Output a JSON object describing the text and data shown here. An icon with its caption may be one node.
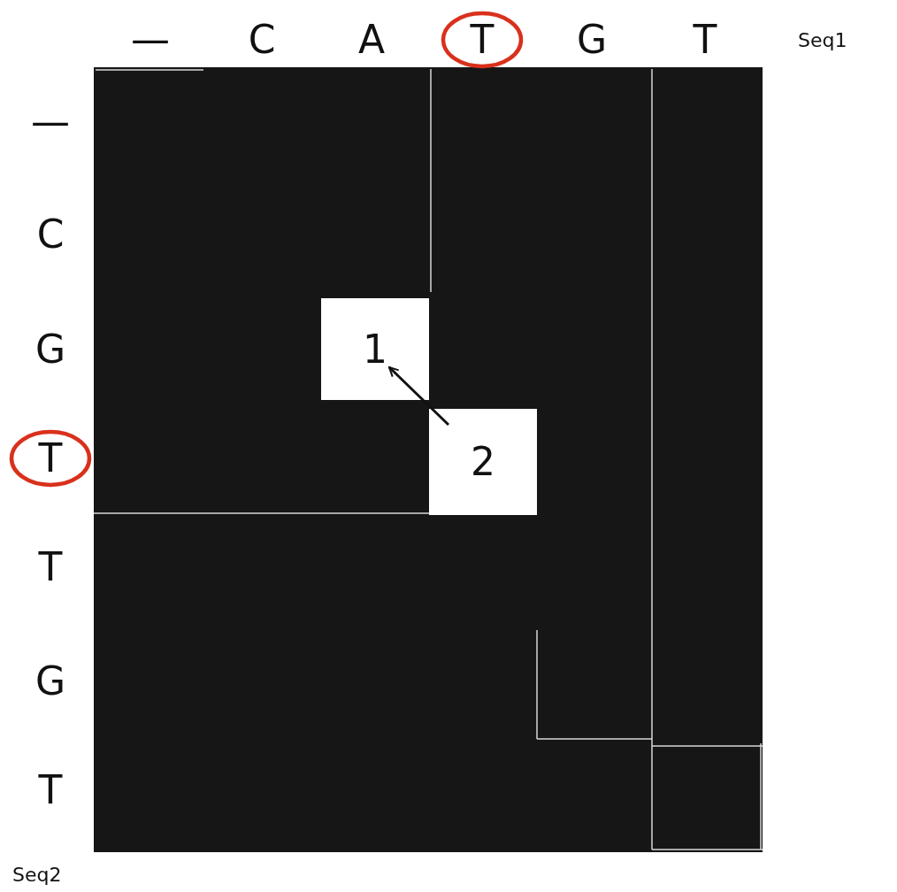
{
  "diagram": {
    "nodes": [
      {
        "text": [
          "1"
        ]
      },
      {
        "text": [
          "2"
        ]
      }
    ],
    "edges": [
      {
        "from": 1,
        "to": 0,
        "arrow": "to"
      }
    ],
    "labels": [
      "—",
      "C",
      "A",
      "T",
      "G",
      "T",
      "Seq1",
      "—",
      "C",
      "G",
      "T",
      "T",
      "G",
      "T",
      "Seq2"
    ]
  }
}
